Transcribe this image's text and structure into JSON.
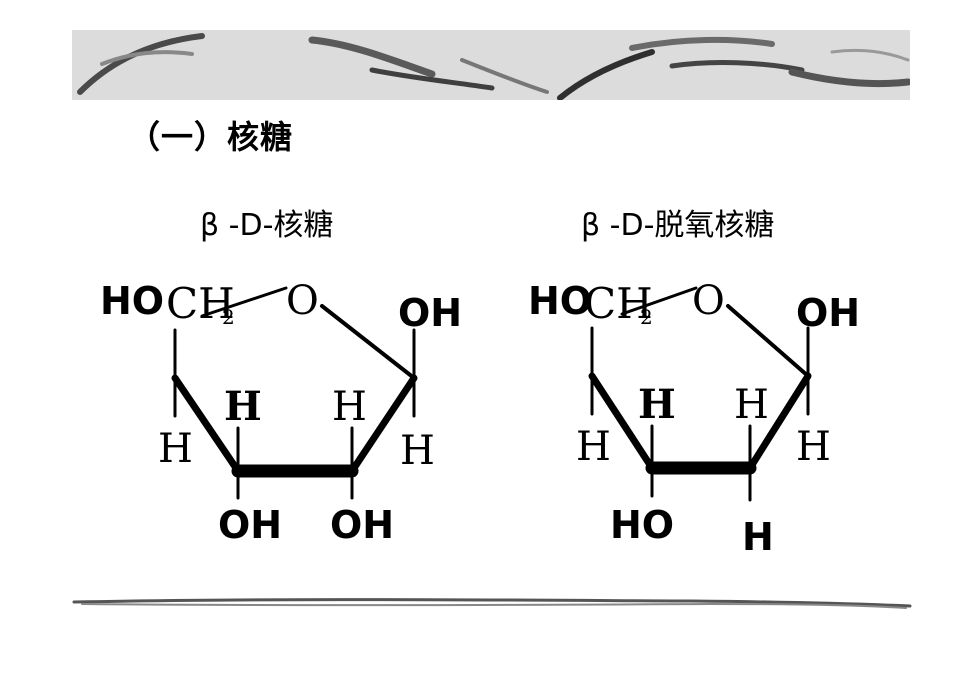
{
  "heading": "（一）核糖",
  "structures": [
    {
      "title": "β -D-核糖",
      "labels": {
        "ho": "HO",
        "ch": "CH",
        "sub": "2",
        "ring_o": "O",
        "oh_top": "OH",
        "h_left": "H",
        "h_inner_left": "H",
        "h_inner_right": "H",
        "h_right": "H",
        "bottom_left": "OH",
        "bottom_right": "OH"
      }
    },
    {
      "title": "β -D-脱氧核糖",
      "labels": {
        "ho": "HO",
        "ch": "CH",
        "sub": "2",
        "ring_o": "O",
        "oh_top": "OH",
        "h_left": "H",
        "h_inner_left": "H",
        "h_inner_right": "H",
        "h_right": "H",
        "bottom_left": "HO",
        "bottom_right": "H"
      }
    }
  ]
}
